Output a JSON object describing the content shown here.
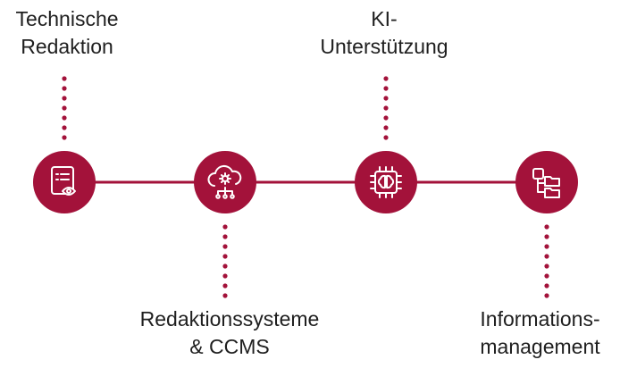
{
  "accent_color": "#a3123a",
  "dot_color": "#a3123a",
  "line_color": "#a3123a",
  "icon_color": "#ffffff",
  "nodes": [
    {
      "icon": "list-eye-icon",
      "label_lines": [
        "Technische",
        "Redaktion"
      ],
      "label_position": "top"
    },
    {
      "icon": "cloud-gear-network-icon",
      "label_lines": [
        "Redaktionssysteme",
        "& CCMS"
      ],
      "label_position": "bottom"
    },
    {
      "icon": "chip-brain-icon",
      "label_lines": [
        "KI-",
        "Unterstützung"
      ],
      "label_position": "top"
    },
    {
      "icon": "folder-tree-icon",
      "label_lines": [
        "Informations-",
        "management"
      ],
      "label_position": "bottom"
    }
  ]
}
